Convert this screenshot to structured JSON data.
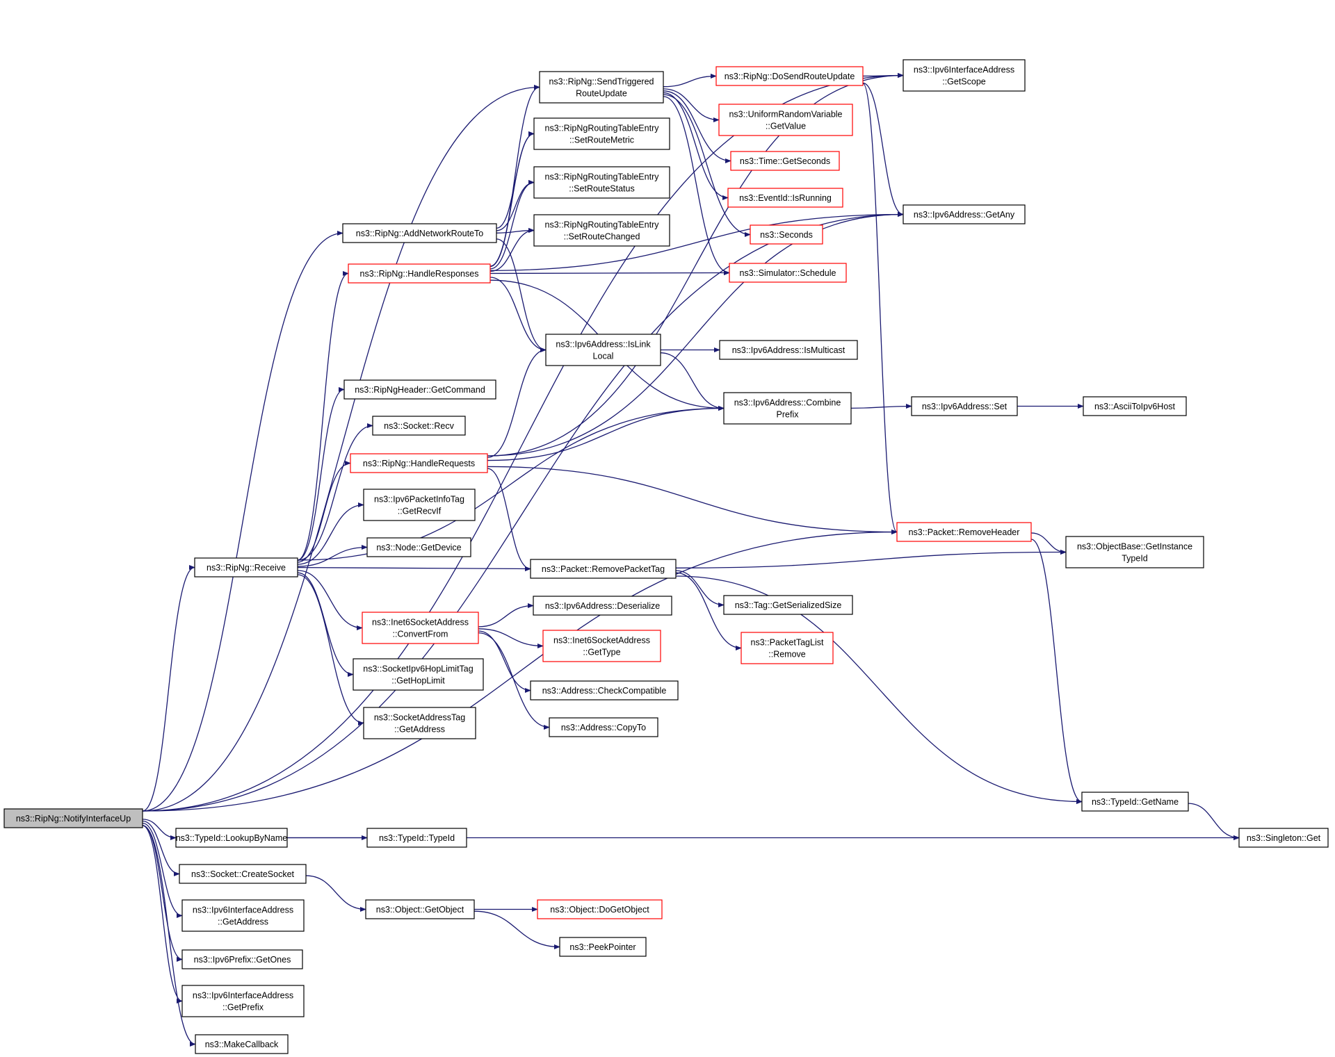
{
  "graph": {
    "edge_color": "#191970",
    "red_border_color": "#ff0000",
    "root_fill_color": "#bfbfbf",
    "nodes": [
      {
        "id": "root",
        "lines": [
          "ns3::RipNg::NotifyInterfaceUp"
        ],
        "style": "root"
      },
      {
        "id": "sendTriggered",
        "lines": [
          "ns3::RipNg::SendTriggered",
          "RouteUpdate"
        ],
        "style": "black"
      },
      {
        "id": "doSend",
        "lines": [
          "ns3::RipNg::DoSendRouteUpdate"
        ],
        "style": "red"
      },
      {
        "id": "getScope",
        "lines": [
          "ns3::Ipv6InterfaceAddress",
          "::GetScope"
        ],
        "style": "black"
      },
      {
        "id": "uniformGetValue",
        "lines": [
          "ns3::UniformRandomVariable",
          "::GetValue"
        ],
        "style": "red"
      },
      {
        "id": "setRouteMetric",
        "lines": [
          "ns3::RipNgRoutingTableEntry",
          "::SetRouteMetric"
        ],
        "style": "black"
      },
      {
        "id": "timeGetSeconds",
        "lines": [
          "ns3::Time::GetSeconds"
        ],
        "style": "red"
      },
      {
        "id": "setRouteStatus",
        "lines": [
          "ns3::RipNgRoutingTableEntry",
          "::SetRouteStatus"
        ],
        "style": "black"
      },
      {
        "id": "eventIsRunning",
        "lines": [
          "ns3::EventId::IsRunning"
        ],
        "style": "red"
      },
      {
        "id": "ipv6GetAny",
        "lines": [
          "ns3::Ipv6Address::GetAny"
        ],
        "style": "black"
      },
      {
        "id": "addNetworkRoute",
        "lines": [
          "ns3::RipNg::AddNetworkRouteTo"
        ],
        "style": "black"
      },
      {
        "id": "setRouteChanged",
        "lines": [
          "ns3::RipNgRoutingTableEntry",
          "::SetRouteChanged"
        ],
        "style": "black"
      },
      {
        "id": "seconds",
        "lines": [
          "ns3::Seconds"
        ],
        "style": "red"
      },
      {
        "id": "handleResponses",
        "lines": [
          "ns3::RipNg::HandleResponses"
        ],
        "style": "red"
      },
      {
        "id": "schedule",
        "lines": [
          "ns3::Simulator::Schedule"
        ],
        "style": "red"
      },
      {
        "id": "isLinkLocal",
        "lines": [
          "ns3::Ipv6Address::IsLink",
          "Local"
        ],
        "style": "black"
      },
      {
        "id": "isMulticast",
        "lines": [
          "ns3::Ipv6Address::IsMulticast"
        ],
        "style": "black"
      },
      {
        "id": "getCommand",
        "lines": [
          "ns3::RipNgHeader::GetCommand"
        ],
        "style": "black"
      },
      {
        "id": "combinePrefix",
        "lines": [
          "ns3::Ipv6Address::Combine",
          "Prefix"
        ],
        "style": "black"
      },
      {
        "id": "ipv6Set",
        "lines": [
          "ns3::Ipv6Address::Set"
        ],
        "style": "black"
      },
      {
        "id": "asciiToIpv6",
        "lines": [
          "ns3::AsciiToIpv6Host"
        ],
        "style": "black"
      },
      {
        "id": "socketRecv",
        "lines": [
          "ns3::Socket::Recv"
        ],
        "style": "black"
      },
      {
        "id": "handleRequests",
        "lines": [
          "ns3::RipNg::HandleRequests"
        ],
        "style": "red"
      },
      {
        "id": "getRecvIf",
        "lines": [
          "ns3::Ipv6PacketInfoTag",
          "::GetRecvIf"
        ],
        "style": "black"
      },
      {
        "id": "removeHeader",
        "lines": [
          "ns3::Packet::RemoveHeader"
        ],
        "style": "red"
      },
      {
        "id": "getInstanceTypeId",
        "lines": [
          "ns3::ObjectBase::GetInstance",
          "TypeId"
        ],
        "style": "black"
      },
      {
        "id": "getDevice",
        "lines": [
          "ns3::Node::GetDevice"
        ],
        "style": "black"
      },
      {
        "id": "receive",
        "lines": [
          "ns3::RipNg::Receive"
        ],
        "style": "black"
      },
      {
        "id": "removePacketTag",
        "lines": [
          "ns3::Packet::RemovePacketTag"
        ],
        "style": "black"
      },
      {
        "id": "deserialize",
        "lines": [
          "ns3::Ipv6Address::Deserialize"
        ],
        "style": "black"
      },
      {
        "id": "tagGetSerializedSize",
        "lines": [
          "ns3::Tag::GetSerializedSize"
        ],
        "style": "black"
      },
      {
        "id": "convertFrom",
        "lines": [
          "ns3::Inet6SocketAddress",
          "::ConvertFrom"
        ],
        "style": "red"
      },
      {
        "id": "inet6GetType",
        "lines": [
          "ns3::Inet6SocketAddress",
          "::GetType"
        ],
        "style": "red"
      },
      {
        "id": "packetTagListRemove",
        "lines": [
          "ns3::PacketTagList",
          "::Remove"
        ],
        "style": "red"
      },
      {
        "id": "getHopLimit",
        "lines": [
          "ns3::SocketIpv6HopLimitTag",
          "::GetHopLimit"
        ],
        "style": "black"
      },
      {
        "id": "checkCompatible",
        "lines": [
          "ns3::Address::CheckCompatible"
        ],
        "style": "black"
      },
      {
        "id": "copyTo",
        "lines": [
          "ns3::Address::CopyTo"
        ],
        "style": "black"
      },
      {
        "id": "socketAddressTagGetAddress",
        "lines": [
          "ns3::SocketAddressTag",
          "::GetAddress"
        ],
        "style": "black"
      },
      {
        "id": "typeIdGetName",
        "lines": [
          "ns3::TypeId::GetName"
        ],
        "style": "black"
      },
      {
        "id": "singletonGet",
        "lines": [
          "ns3::Singleton::Get"
        ],
        "style": "black"
      },
      {
        "id": "lookupByName",
        "lines": [
          "ns3::TypeId::LookupByName"
        ],
        "style": "black"
      },
      {
        "id": "typeIdTypeId",
        "lines": [
          "ns3::TypeId::TypeId"
        ],
        "style": "black"
      },
      {
        "id": "createSocket",
        "lines": [
          "ns3::Socket::CreateSocket"
        ],
        "style": "black"
      },
      {
        "id": "ifaceGetAddress",
        "lines": [
          "ns3::Ipv6InterfaceAddress",
          "::GetAddress"
        ],
        "style": "black"
      },
      {
        "id": "getObject",
        "lines": [
          "ns3::Object::GetObject"
        ],
        "style": "black"
      },
      {
        "id": "doGetObject",
        "lines": [
          "ns3::Object::DoGetObject"
        ],
        "style": "red"
      },
      {
        "id": "peekPointer",
        "lines": [
          "ns3::PeekPointer"
        ],
        "style": "black"
      },
      {
        "id": "getOnes",
        "lines": [
          "ns3::Ipv6Prefix::GetOnes"
        ],
        "style": "black"
      },
      {
        "id": "ifaceGetPrefix",
        "lines": [
          "ns3::Ipv6InterfaceAddress",
          "::GetPrefix"
        ],
        "style": "black"
      },
      {
        "id": "makeCallback",
        "lines": [
          "ns3::MakeCallback"
        ],
        "style": "black"
      }
    ],
    "edges": [
      {
        "from": "root",
        "to": "getScope"
      },
      {
        "from": "root",
        "to": "ipv6GetAny"
      },
      {
        "from": "root",
        "to": "sendTriggered"
      },
      {
        "from": "root",
        "to": "addNetworkRoute"
      },
      {
        "from": "root",
        "to": "receive"
      },
      {
        "from": "root",
        "to": "removeHeader"
      },
      {
        "from": "root",
        "to": "lookupByName"
      },
      {
        "from": "root",
        "to": "createSocket"
      },
      {
        "from": "root",
        "to": "ifaceGetAddress"
      },
      {
        "from": "root",
        "to": "getOnes"
      },
      {
        "from": "root",
        "to": "ifaceGetPrefix"
      },
      {
        "from": "root",
        "to": "makeCallback"
      },
      {
        "from": "sendTriggered",
        "to": "doSend"
      },
      {
        "from": "sendTriggered",
        "to": "uniformGetValue"
      },
      {
        "from": "sendTriggered",
        "to": "timeGetSeconds"
      },
      {
        "from": "sendTriggered",
        "to": "eventIsRunning"
      },
      {
        "from": "sendTriggered",
        "to": "seconds"
      },
      {
        "from": "sendTriggered",
        "to": "schedule"
      },
      {
        "from": "doSend",
        "to": "getScope"
      },
      {
        "from": "doSend",
        "to": "ipv6GetAny"
      },
      {
        "from": "doSend",
        "to": "removeHeader"
      },
      {
        "from": "addNetworkRoute",
        "to": "setRouteMetric"
      },
      {
        "from": "addNetworkRoute",
        "to": "setRouteStatus"
      },
      {
        "from": "addNetworkRoute",
        "to": "setRouteChanged"
      },
      {
        "from": "addNetworkRoute",
        "to": "isLinkLocal"
      },
      {
        "from": "handleResponses",
        "to": "sendTriggered"
      },
      {
        "from": "handleResponses",
        "to": "setRouteMetric"
      },
      {
        "from": "handleResponses",
        "to": "setRouteStatus"
      },
      {
        "from": "handleResponses",
        "to": "setRouteChanged"
      },
      {
        "from": "handleResponses",
        "to": "schedule"
      },
      {
        "from": "handleResponses",
        "to": "ipv6GetAny"
      },
      {
        "from": "handleResponses",
        "to": "isLinkLocal"
      },
      {
        "from": "handleResponses",
        "to": "combinePrefix"
      },
      {
        "from": "isLinkLocal",
        "to": "isMulticast"
      },
      {
        "from": "isLinkLocal",
        "to": "combinePrefix"
      },
      {
        "from": "combinePrefix",
        "to": "ipv6Set"
      },
      {
        "from": "ipv6Set",
        "to": "asciiToIpv6"
      },
      {
        "from": "handleRequests",
        "to": "isLinkLocal"
      },
      {
        "from": "handleRequests",
        "to": "combinePrefix"
      },
      {
        "from": "handleRequests",
        "to": "getScope"
      },
      {
        "from": "handleRequests",
        "to": "ipv6GetAny"
      },
      {
        "from": "handleRequests",
        "to": "removeHeader"
      },
      {
        "from": "handleRequests",
        "to": "removePacketTag"
      },
      {
        "from": "receive",
        "to": "handleResponses"
      },
      {
        "from": "receive",
        "to": "getCommand"
      },
      {
        "from": "receive",
        "to": "socketRecv"
      },
      {
        "from": "receive",
        "to": "handleRequests"
      },
      {
        "from": "receive",
        "to": "getRecvIf"
      },
      {
        "from": "receive",
        "to": "getDevice"
      },
      {
        "from": "receive",
        "to": "removePacketTag"
      },
      {
        "from": "receive",
        "to": "convertFrom"
      },
      {
        "from": "receive",
        "to": "getHopLimit"
      },
      {
        "from": "receive",
        "to": "socketAddressTagGetAddress"
      },
      {
        "from": "receive",
        "to": "combinePrefix"
      },
      {
        "from": "removeHeader",
        "to": "getInstanceTypeId"
      },
      {
        "from": "removeHeader",
        "to": "typeIdGetName"
      },
      {
        "from": "removePacketTag",
        "to": "getInstanceTypeId"
      },
      {
        "from": "removePacketTag",
        "to": "tagGetSerializedSize"
      },
      {
        "from": "removePacketTag",
        "to": "packetTagListRemove"
      },
      {
        "from": "removePacketTag",
        "to": "typeIdGetName"
      },
      {
        "from": "convertFrom",
        "to": "deserialize"
      },
      {
        "from": "convertFrom",
        "to": "inet6GetType"
      },
      {
        "from": "convertFrom",
        "to": "checkCompatible"
      },
      {
        "from": "convertFrom",
        "to": "copyTo"
      },
      {
        "from": "typeIdGetName",
        "to": "singletonGet"
      },
      {
        "from": "lookupByName",
        "to": "typeIdTypeId"
      },
      {
        "from": "lookupByName",
        "to": "singletonGet"
      },
      {
        "from": "createSocket",
        "to": "getObject"
      },
      {
        "from": "getObject",
        "to": "doGetObject"
      },
      {
        "from": "getObject",
        "to": "peekPointer"
      }
    ]
  }
}
